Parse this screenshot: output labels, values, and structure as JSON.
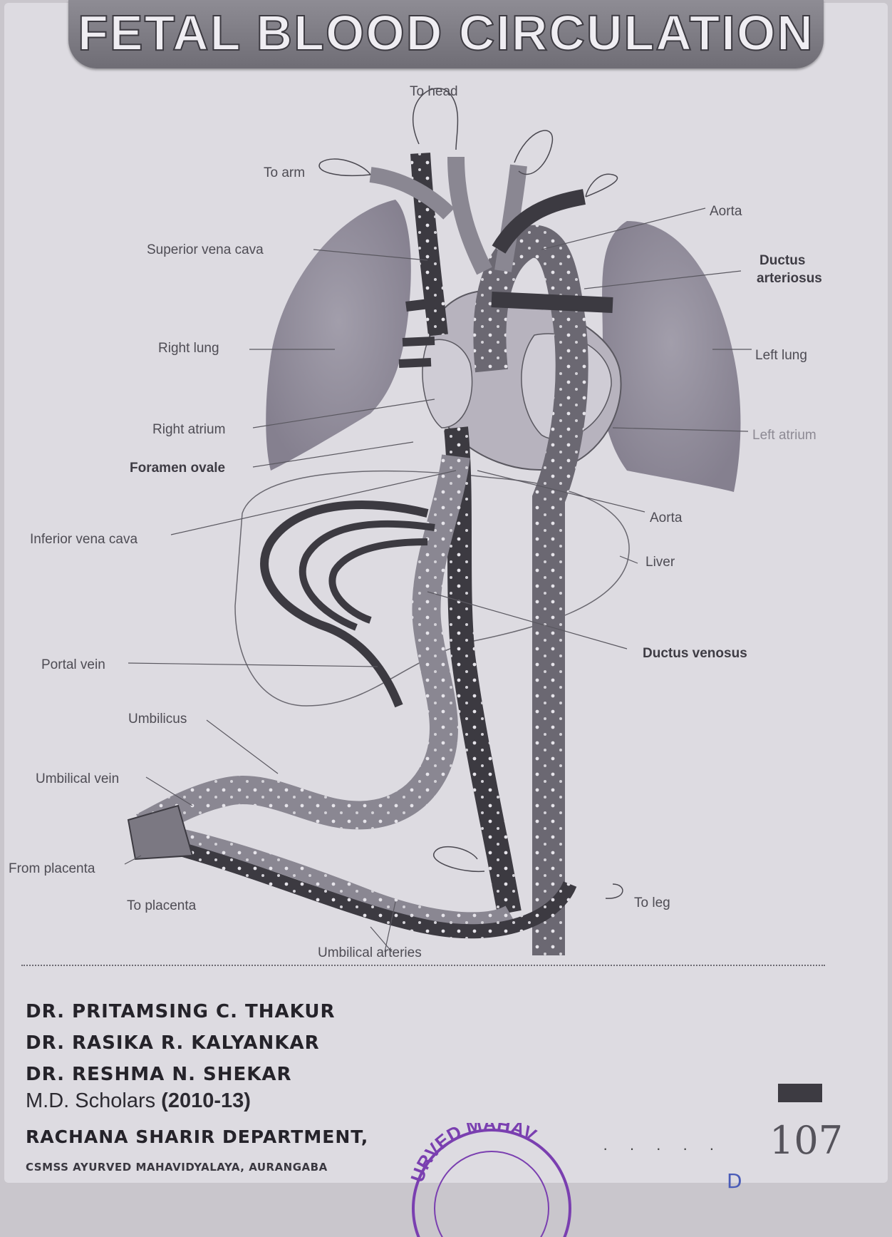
{
  "title": "FETAL BLOOD CIRCULATION",
  "labels": {
    "to_head": "To head",
    "to_arm": "To arm",
    "aorta_top": "Aorta",
    "superior_vena_cava": "Superior vena cava",
    "ductus_arteriosus_line1": "Ductus",
    "ductus_arteriosus_line2": "arteriosus",
    "right_lung": "Right lung",
    "left_lung": "Left lung",
    "right_atrium": "Right atrium",
    "left_atrium": "Left atrium",
    "foramen_ovale": "Foramen ovale",
    "aorta_mid": "Aorta",
    "inferior_vena_cava": "Inferior vena cava",
    "liver": "Liver",
    "ductus_venosus": "Ductus venosus",
    "portal_vein": "Portal vein",
    "umbilicus": "Umbilicus",
    "umbilical_vein": "Umbilical vein",
    "from_placenta": "From placenta",
    "to_placenta": "To placenta",
    "to_leg": "To leg",
    "umbilical_arteries": "Umbilical arteries"
  },
  "credits": {
    "names": [
      "DR. PRITAMSING  C. THAKUR",
      "DR. RASIKA  R. KALYANKAR",
      "DR. RESHMA  N. SHEKAR"
    ],
    "scholars_prefix": "M.D. Scholars ",
    "scholars_years": "(2010-13)",
    "department": "RACHANA SHARIR DEPARTMENT,",
    "college": "CSMSS AYURVED MAHAVIDYALAYA,  AURANGABA",
    "stamp_text": "URVED MAHAV",
    "page_number": "107",
    "initial": "D"
  },
  "colors": {
    "background": "#dddbe1",
    "banner": "#7e7c84",
    "vessel_dark": "#3c3a41",
    "vessel_mid": "#8a8792",
    "organ": "#8f8a99",
    "stamp": "#7a3fb0"
  }
}
